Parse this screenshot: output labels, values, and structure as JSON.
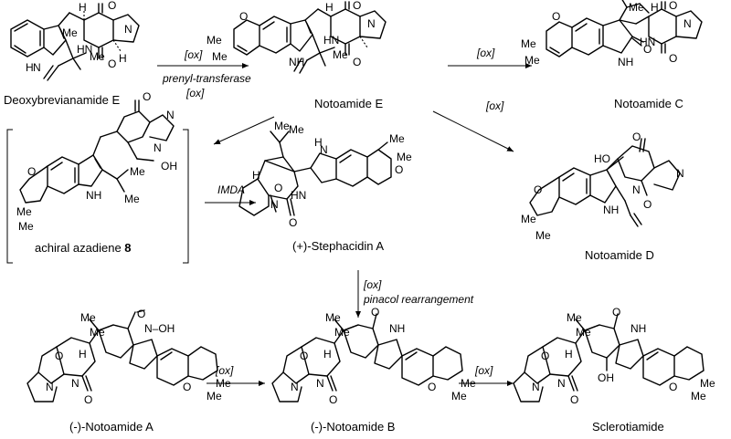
{
  "compounds": {
    "deoxybrevianamide_e": "Deoxybrevianamide E",
    "notoamide_e": "Notoamide E",
    "notoamide_c": "Notoamide C",
    "azadiene_prefix": "achiral azadiene ",
    "azadiene_number": "8",
    "stephacidin_a": "(+)-Stephacidin A",
    "notoamide_d": "Notoamide D",
    "notoamide_a": "(-)-Notoamide A",
    "notoamide_b": "(-)-Notoamide B",
    "sclerotiamide": "Sclerotiamide"
  },
  "conditions": {
    "ox": "[ox]",
    "prenyl_transferase": "prenyl-transferase",
    "imda": "IMDA",
    "pinacol": "pinacol rearrangement"
  },
  "atom_labels": {
    "O": "O",
    "N": "N",
    "NH": "NH",
    "H": "H",
    "HN": "HN",
    "Me": "Me",
    "HO": "HO",
    "OH": "OH",
    "N_OH": "N–OH"
  }
}
